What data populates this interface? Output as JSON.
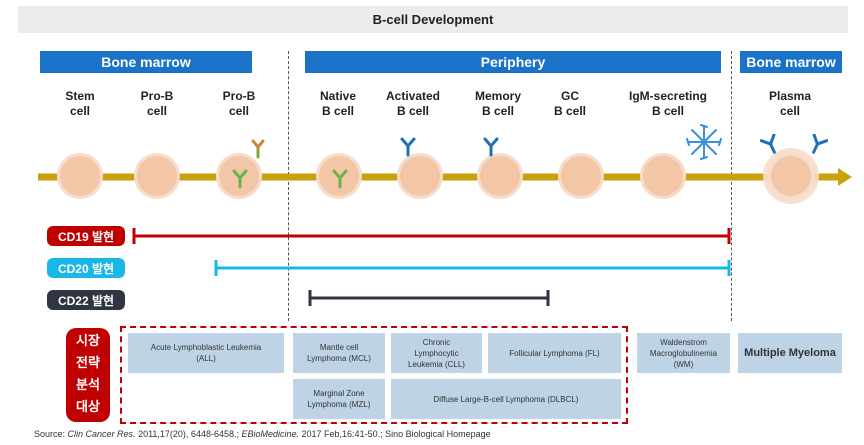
{
  "title": "B-cell Development",
  "regions": {
    "left": "Bone marrow",
    "middle": "Periphery",
    "right": "Bone marrow"
  },
  "stages": [
    {
      "line1": "Stem",
      "line2": "cell"
    },
    {
      "line1": "Pro-B",
      "line2": "cell"
    },
    {
      "line1": "Pro-B",
      "line2": "cell"
    },
    {
      "line1": "Native",
      "line2": "B cell"
    },
    {
      "line1": "Activated",
      "line2": "B cell"
    },
    {
      "line1": "Memory",
      "line2": "B cell"
    },
    {
      "line1": "GC",
      "line2": "B cell"
    },
    {
      "line1": "IgM-secreting",
      "line2": "B cell"
    },
    {
      "line1": "Plasma",
      "line2": "cell"
    }
  ],
  "markers": {
    "cd19": {
      "label": "CD19 발현",
      "color": "#c00000"
    },
    "cd20": {
      "label": "CD20 발현",
      "color": "#19b7e8"
    },
    "cd22": {
      "label": "CD22 발현",
      "color": "#2f3542"
    }
  },
  "strategy_label": [
    "시장",
    "전략",
    "분석",
    "대상"
  ],
  "diseases": {
    "all": {
      "line1": "Acute Lymphoblastic Leukemia",
      "line2": "(ALL)"
    },
    "mcl": {
      "line1": "Mantle cell",
      "line2": "Lymphoma (MCL)"
    },
    "cll": {
      "line1": "Chronic",
      "line2": "Lymphocytic",
      "line3": "Leukemia (CLL)"
    },
    "fl": {
      "line1": "Follicular Lymphoma  (FL)"
    },
    "wm": {
      "line1": "Waldenstrom",
      "line2": "Macroglobulinemia",
      "line3": "(WM)"
    },
    "mm": {
      "line1": "Multiple Myeloma"
    },
    "mzl": {
      "line1": "Marginal Zone",
      "line2": "Lymphoma (MZL)"
    },
    "dlbcl": {
      "line1": "Diffuse Large-B-cell  Lymphoma (DLBCL)"
    }
  },
  "source": {
    "prefix": "Source: ",
    "journal1": "Clin Cancer Res.",
    "ref1": " 2011,17(20), 6448-6458.; ",
    "journal2": "EBioMedicine.",
    "ref2": " 2017 Feb,16:41-50.; Sino Biological Homepage"
  },
  "colors": {
    "region_blue": "#1a73c6",
    "axis_gold": "#c9a10a",
    "cell_fill": "#f3c6a8",
    "box_fill": "#bed3e5",
    "strategy_red": "#c00000"
  }
}
